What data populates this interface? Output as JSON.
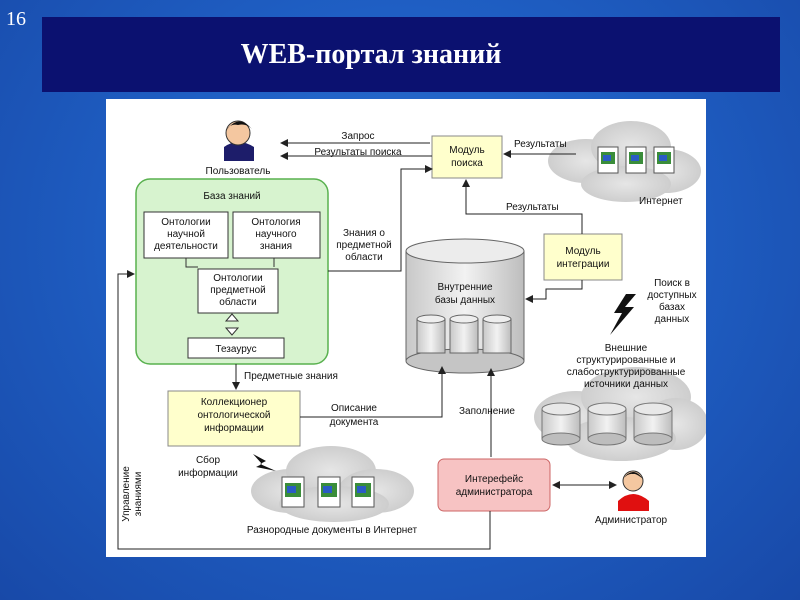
{
  "slide_number": "16",
  "title": "WEB-портал знаний",
  "diagram": {
    "user_label": "Пользователь",
    "request_label": "Запрос",
    "results_search_label": "Результаты поиска",
    "search_module": [
      "Модуль",
      "поиска"
    ],
    "results_label_top": "Результаты",
    "internet_label": "Интернет",
    "results_label_mid": "Результаты",
    "kb_title": "База знаний",
    "ont_science": [
      "Онтологии",
      "научной",
      "деятельности"
    ],
    "ont_knowledge": [
      "Онтология",
      "научного",
      "знания"
    ],
    "ont_domain": [
      "Онтологии",
      "предметной",
      "области"
    ],
    "thesaurus": "Тезаурус",
    "domain_knowledge_label": [
      "Знания о",
      "предметной",
      "области"
    ],
    "internal_db": [
      "Внутренние",
      "базы данных"
    ],
    "integration_module": [
      "Модуль",
      "интеграции"
    ],
    "search_available": [
      "Поиск в",
      "доступных",
      "базах",
      "данных"
    ],
    "external_sources": [
      "Внешние",
      "структурированные и",
      "слабоструктурированные",
      "источники данных"
    ],
    "subject_knowledge_label": "Предметные знания",
    "collector": [
      "Коллекционер",
      "онтологической",
      "информации"
    ],
    "doc_description": [
      "Описание",
      "документа"
    ],
    "filling_label": "Заполнение",
    "collection_label": [
      "Сбор",
      "информации"
    ],
    "management_label": [
      "Управление",
      "знаниями"
    ],
    "admin_interface": [
      "Интерефейс",
      "администратора"
    ],
    "admin_label": "Администратор",
    "documents_label": "Разнородные документы в Интернет"
  }
}
